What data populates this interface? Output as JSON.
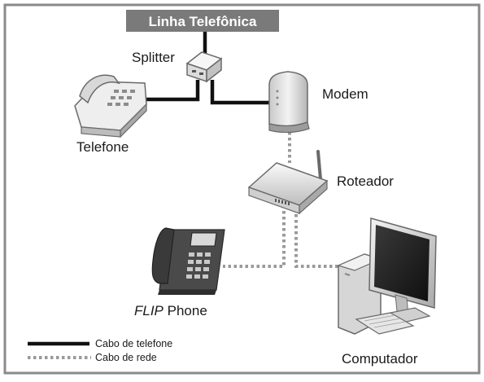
{
  "title": "Linha Telefônica",
  "labels": {
    "splitter": "Splitter",
    "modem": "Modem",
    "telefone": "Telefone",
    "roteador": "Roteador",
    "flip_italic": "FLIP",
    "flip_rest": " Phone",
    "computador": "Computador"
  },
  "legend": {
    "phone_cable": "Cabo de telefone",
    "network_cable": "Cabo de rede"
  },
  "colors": {
    "frame": "#8a8a8a",
    "title_bg": "#7a7a7a",
    "title_text": "#ffffff",
    "phone_cable": "#111111",
    "network_cable": "#9a9a9a"
  },
  "icons": [
    "telephone-icon",
    "splitter-icon",
    "modem-icon",
    "router-icon",
    "ip-phone-icon",
    "computer-icon"
  ]
}
